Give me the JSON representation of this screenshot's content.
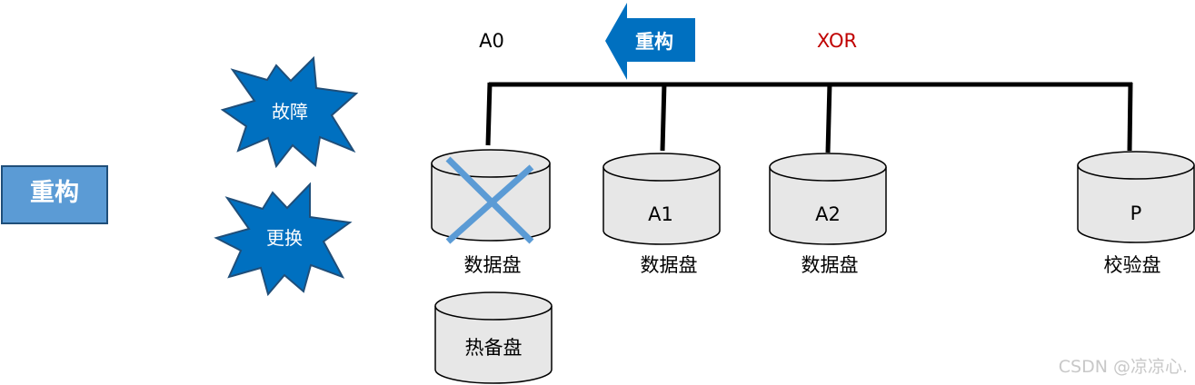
{
  "left_box": {
    "label": "重构",
    "fill": "#5B9BD5",
    "stroke": "#1F4E79"
  },
  "bursts": [
    {
      "label": "故障"
    },
    {
      "label": "更换"
    }
  ],
  "burst_colors": {
    "fill": "#0070C0",
    "stroke": "#1F4E79"
  },
  "bus_labels": {
    "a0": "A0",
    "xor": "XOR",
    "xor_color": "#C00000"
  },
  "rebuild_arrow": {
    "label": "重构",
    "fill": "#0070C0"
  },
  "disks": [
    {
      "id": "a0-disk",
      "inner_label": "",
      "caption": "数据盘",
      "failed": true
    },
    {
      "id": "a1-disk",
      "inner_label": "A1",
      "caption": "数据盘",
      "failed": false
    },
    {
      "id": "a2-disk",
      "inner_label": "A2",
      "caption": "数据盘",
      "failed": false
    },
    {
      "id": "parity-disk",
      "inner_label": "P",
      "caption": "校验盘",
      "failed": false
    }
  ],
  "hot_spare": {
    "inner_label": "热备盘"
  },
  "disk_colors": {
    "fill": "#E7E7E7",
    "stroke": "#000000",
    "cross": "#5B9BD5"
  },
  "watermark": "CSDN @凉凉心."
}
